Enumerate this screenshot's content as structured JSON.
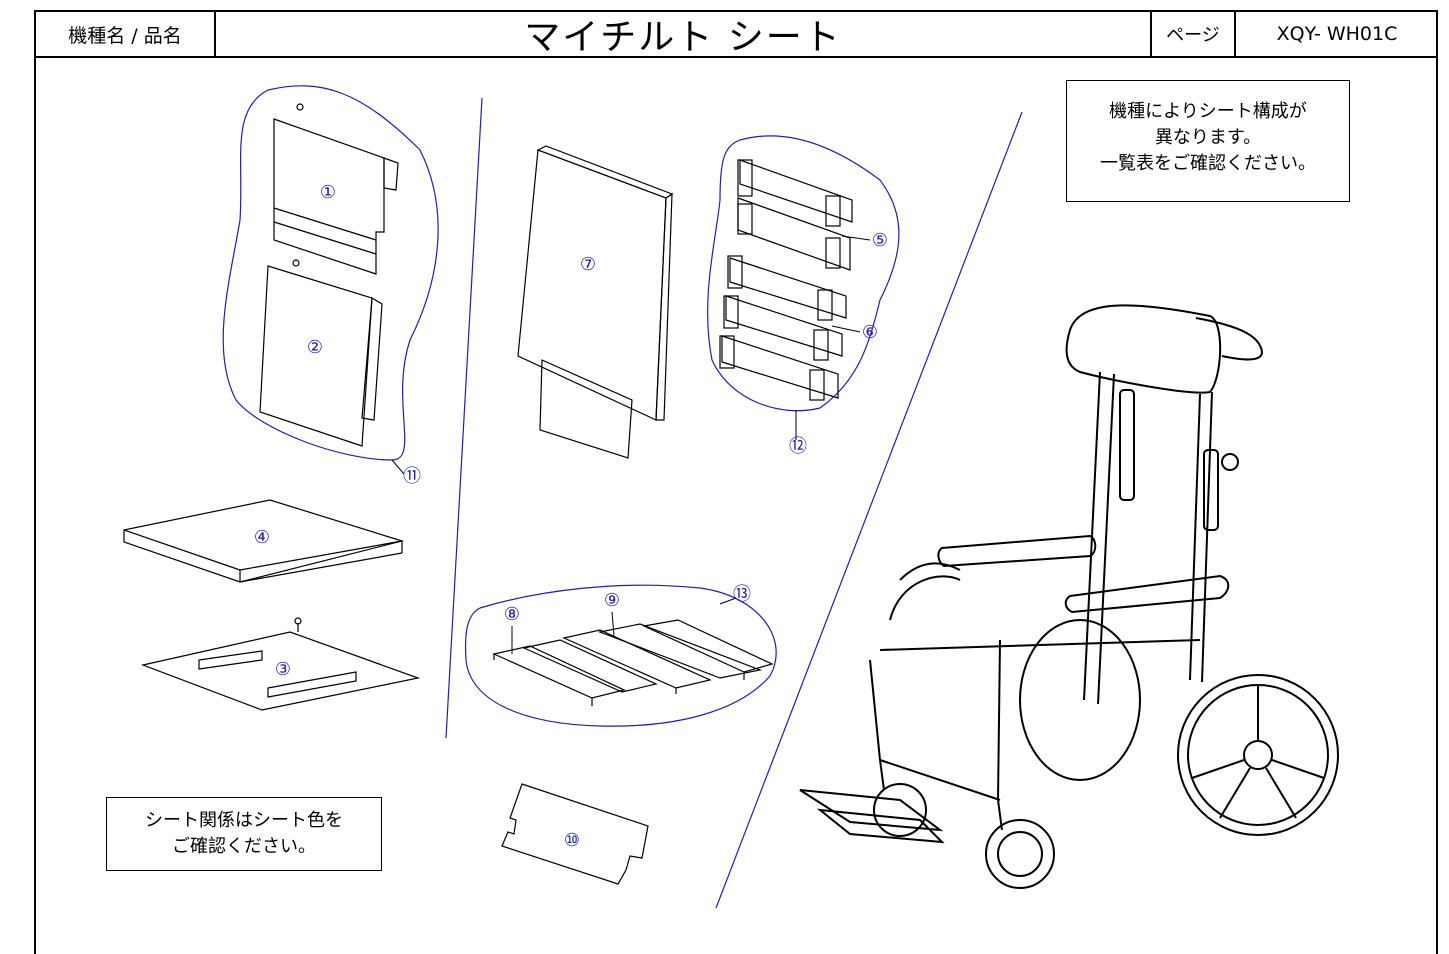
{
  "header": {
    "model_label": "機種名 / 品名",
    "title": "マイチルト シート",
    "page_label": "ページ",
    "page_code": "XQY- WH01C"
  },
  "notes": {
    "seat_config": [
      "機種によりシート構成が",
      "異なります。",
      "一覧表をご確認ください。"
    ],
    "seat_color": [
      "シート関係はシート色を",
      "ご確認ください。"
    ]
  },
  "callouts": [
    "①",
    "②",
    "③",
    "④",
    "⑤",
    "⑥",
    "⑦",
    "⑧",
    "⑨",
    "⑩",
    "⑪",
    "⑫",
    "⑬"
  ],
  "colors": {
    "callout": "#1f1fa8",
    "line": "#000000"
  }
}
